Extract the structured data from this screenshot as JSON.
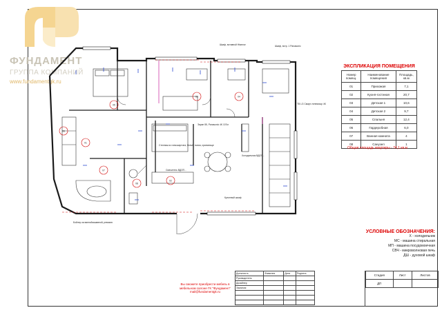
{
  "brand": {
    "name": "ФУНДАМЕНТ",
    "subtitle": "ГРУППА КОМПАНИЙ",
    "site": "www.fundamentgk.ru"
  },
  "plan_labels": {
    "bathroom_note": "Бойлер за ваннойзашивной, ревизия",
    "cabinet_note": "Стеллаж из гипсокартона, бельё, полка, хранилище",
    "cooktop_note": "Смеситель ВДОП...",
    "kitchen_note": "Кухонный шкаф",
    "tv_note": "Экран 55, Panasonic 4K 107кг",
    "top_note_1": "Шкаф, вставной Hisense",
    "top_note_2": "Шкаф, встр. 1 Panasonic",
    "right_note": "ТВ LG Смарт-телевизор 4K",
    "fridge_note": "Холодильник ВДОП..."
  },
  "explication": {
    "title": "ЭКСПЛИКАЦИЯ ПОМЕЩЕНИЯ",
    "headers": [
      "Номер помещ.",
      "Наименование помещения",
      "Площадь, кв.м"
    ],
    "rows": [
      [
        "01",
        "Прихожая",
        "7,1"
      ],
      [
        "02",
        "Кухня-гостиная",
        "20,7"
      ],
      [
        "03",
        "Детская 1",
        "10,6"
      ],
      [
        "04",
        "Детская 2",
        "9,7"
      ],
      [
        "05",
        "Спальня",
        "12,4"
      ],
      [
        "06",
        "Гардеробная",
        "6,0"
      ],
      [
        "07",
        "Ванная комната",
        "4"
      ],
      [
        "08",
        "Санузел",
        "1"
      ]
    ],
    "total": "Общая площадь квартиры - 74,1 кв.м"
  },
  "legend": {
    "title": "УСЛОВНЫЕ ОБОЗНАЧЕНИЯ:",
    "items": [
      "Х - холодильник",
      "МС - машина стиральная",
      "МП - машина посудомоечная",
      "СВЧ - микроволновая печь",
      "ДШ - духовой шкаф"
    ]
  },
  "stamp": {
    "sig_headers": [
      "Должность",
      "Фамилия",
      "Дата",
      "Подпись"
    ],
    "sig_rows": [
      "Руководитель",
      "Дизайнер",
      "Заказчик"
    ],
    "sheet_headers": [
      "Стадия",
      "Лист",
      "Листов"
    ],
    "stage": "ДП"
  },
  "note": "Вы сможете приобрести мебель в мебельном салоне ГК \"Фундамент\" mail@fundamentgk.ru",
  "room_tags": [
    "01",
    "02",
    "03",
    "04",
    "05",
    "06",
    "07",
    "08"
  ],
  "colors": {
    "accent": "#d00000",
    "wall": "#1a1a1a",
    "dim": "#2a4ad0",
    "logo_gold": "#f2c879",
    "logo_grey": "#c7c2b3"
  }
}
